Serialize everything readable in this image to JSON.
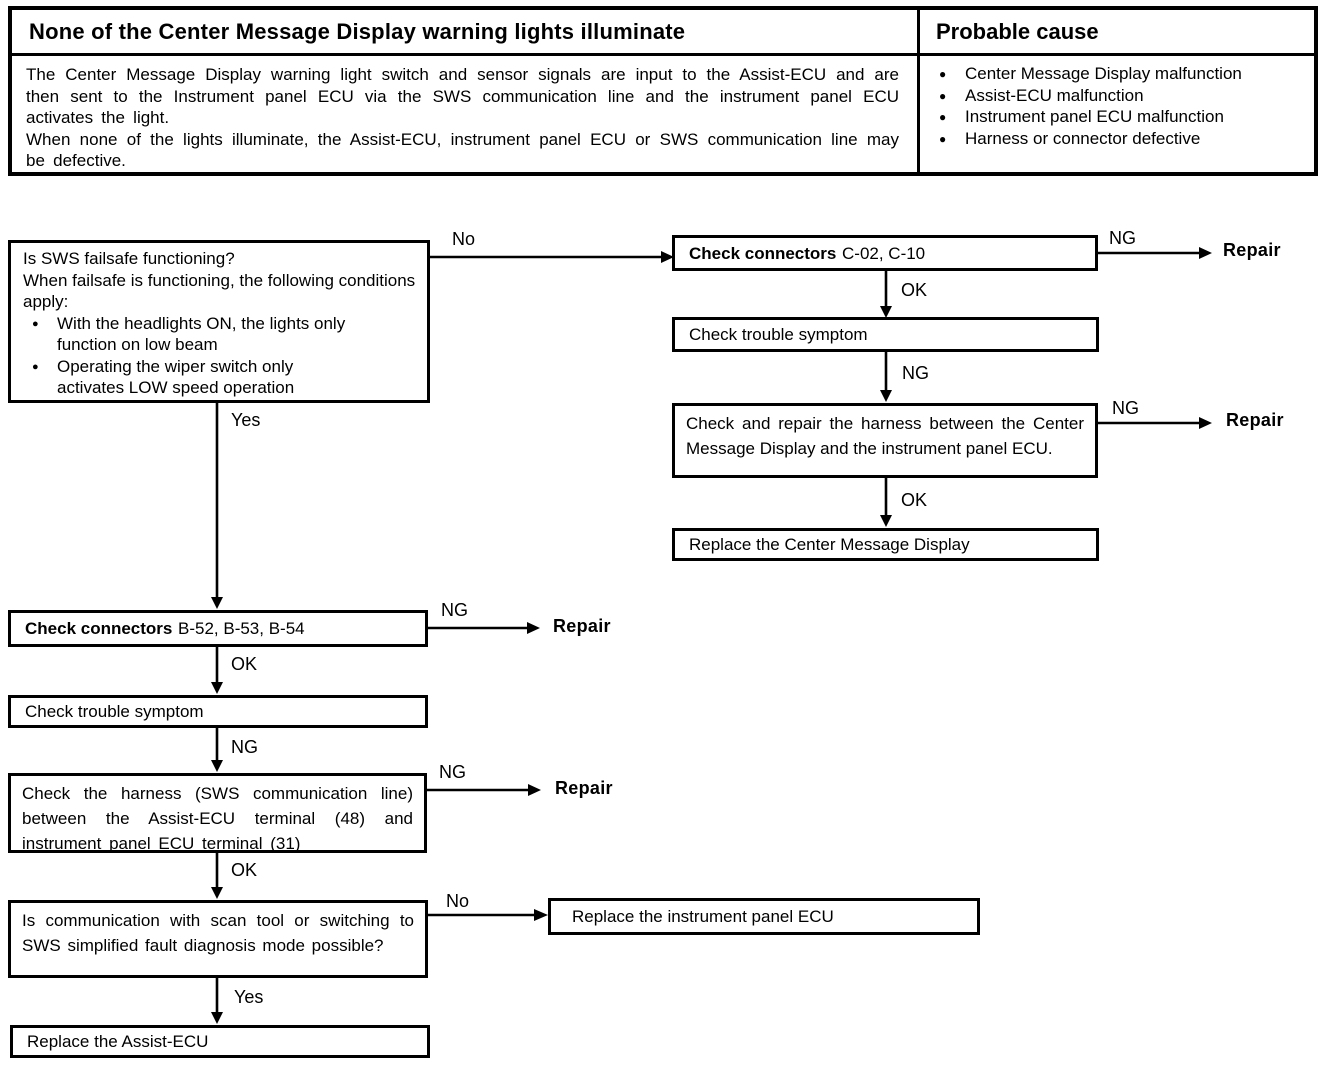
{
  "colors": {
    "ink": "#000000",
    "paper": "#ffffff"
  },
  "header": {
    "title": "None of the Center Message Display warning lights illuminate",
    "description": [
      "The  Center Message Display warning light switch and sensor signals are input to the Assist-ECU and are then sent to the Instrument panel ECU via the SWS communication line and the instrument panel ECU activates the light.",
      "When none of the lights illuminate, the Assist-ECU, instrument panel ECU or SWS communication line may be defective."
    ],
    "probable_cause": {
      "title": "Probable cause",
      "items": [
        "Center Message Display malfunction",
        "Assist-ECU malfunction",
        "Instrument panel ECU malfunction",
        "Harness or connector defective"
      ]
    }
  },
  "flowchart": {
    "decision_sws_failsafe": {
      "question": "Is SWS failsafe functioning?",
      "note": "When failsafe is functioning, the following conditions apply:",
      "bullets": [
        "With the headlights ON, the lights only\nfunction on low beam",
        "Operating the wiper switch only\nactivates LOW speed operation"
      ]
    },
    "check_connectors_c": {
      "bold": "Check connectors",
      "rest": "C-02, C-10"
    },
    "check_trouble_symptom_right": "Check trouble symptom",
    "check_repair_harness": "Check and repair the harness between the Center Message Display and the instrument panel ECU.",
    "replace_center_message_display": "Replace the Center Message Display",
    "check_connectors_b": {
      "bold": "Check connectors",
      "rest": "B-52, B-53, B-54"
    },
    "check_trouble_symptom_left": "Check trouble symptom",
    "check_harness_sws": "Check the harness (SWS communication line) between the Assist-ECU terminal (48) and instrument panel ECU terminal (31)",
    "decision_scan_tool": "Is communication with scan tool or switching to SWS simplified fault diagnosis mode possible?",
    "replace_instrument_panel_ecu": "Replace the instrument panel ECU",
    "replace_assist_ecu": "Replace the Assist-ECU",
    "labels": {
      "no": "No",
      "yes": "Yes",
      "ok": "OK",
      "ng": "NG",
      "repair": "Repair"
    }
  }
}
